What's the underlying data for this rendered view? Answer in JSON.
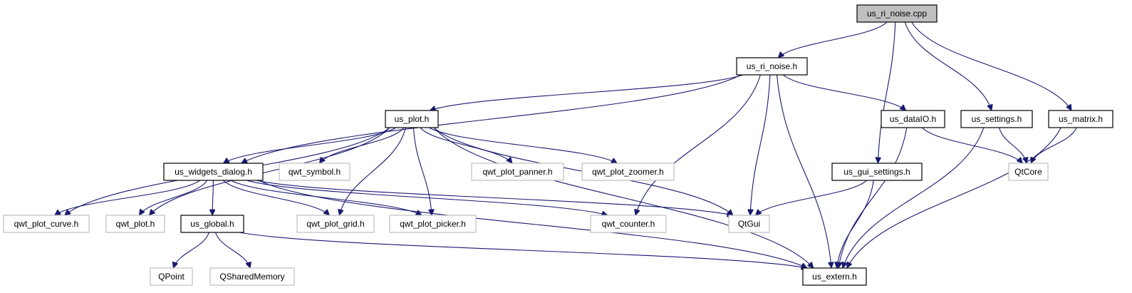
{
  "graph": {
    "edge_color": "#191970",
    "root_fill": "#bfbfbf",
    "external_stroke": "#bfbfbf",
    "nodes": [
      {
        "id": "us_ri_noise_cpp",
        "label": "us_ri_noise.cpp",
        "kind": "root"
      },
      {
        "id": "us_ri_noise_h",
        "label": "us_ri_noise.h",
        "kind": "documented"
      },
      {
        "id": "us_plot_h",
        "label": "us_plot.h",
        "kind": "documented"
      },
      {
        "id": "us_dataIO_h",
        "label": "us_dataIO.h",
        "kind": "documented"
      },
      {
        "id": "us_settings_h",
        "label": "us_settings.h",
        "kind": "documented"
      },
      {
        "id": "us_matrix_h",
        "label": "us_matrix.h",
        "kind": "documented"
      },
      {
        "id": "us_widgets_dialog_h",
        "label": "us_widgets_dialog.h",
        "kind": "documented"
      },
      {
        "id": "qwt_symbol_h",
        "label": "qwt_symbol.h",
        "kind": "external"
      },
      {
        "id": "qwt_plot_panner_h",
        "label": "qwt_plot_panner.h",
        "kind": "external"
      },
      {
        "id": "qwt_plot_zoomer_h",
        "label": "qwt_plot_zoomer.h",
        "kind": "external"
      },
      {
        "id": "us_gui_settings_h",
        "label": "us_gui_settings.h",
        "kind": "documented"
      },
      {
        "id": "QtCore",
        "label": "QtCore",
        "kind": "external"
      },
      {
        "id": "qwt_plot_curve_h",
        "label": "qwt_plot_curve.h",
        "kind": "external"
      },
      {
        "id": "qwt_plot_h",
        "label": "qwt_plot.h",
        "kind": "external"
      },
      {
        "id": "us_global_h",
        "label": "us_global.h",
        "kind": "documented"
      },
      {
        "id": "qwt_plot_grid_h",
        "label": "qwt_plot_grid.h",
        "kind": "external"
      },
      {
        "id": "qwt_plot_picker_h",
        "label": "qwt_plot_picker.h",
        "kind": "external"
      },
      {
        "id": "qwt_counter_h",
        "label": "qwt_counter.h",
        "kind": "external"
      },
      {
        "id": "QtGui",
        "label": "QtGui",
        "kind": "external"
      },
      {
        "id": "QPoint",
        "label": "QPoint",
        "kind": "external"
      },
      {
        "id": "QSharedMemory",
        "label": "QSharedMemory",
        "kind": "external"
      },
      {
        "id": "us_extern_h",
        "label": "us_extern.h",
        "kind": "documented"
      }
    ],
    "edges": [
      [
        "us_ri_noise_cpp",
        "us_ri_noise_h"
      ],
      [
        "us_ri_noise_cpp",
        "us_gui_settings_h"
      ],
      [
        "us_ri_noise_cpp",
        "us_settings_h"
      ],
      [
        "us_ri_noise_cpp",
        "us_matrix_h"
      ],
      [
        "us_ri_noise_h",
        "us_plot_h"
      ],
      [
        "us_ri_noise_h",
        "us_widgets_dialog_h"
      ],
      [
        "us_ri_noise_h",
        "us_dataIO_h"
      ],
      [
        "us_ri_noise_h",
        "qwt_counter_h"
      ],
      [
        "us_ri_noise_h",
        "QtGui"
      ],
      [
        "us_ri_noise_h",
        "us_extern_h"
      ],
      [
        "us_plot_h",
        "us_widgets_dialog_h"
      ],
      [
        "us_plot_h",
        "qwt_symbol_h"
      ],
      [
        "us_plot_h",
        "qwt_plot_panner_h"
      ],
      [
        "us_plot_h",
        "qwt_plot_zoomer_h"
      ],
      [
        "us_plot_h",
        "qwt_plot_curve_h"
      ],
      [
        "us_plot_h",
        "qwt_plot_h"
      ],
      [
        "us_plot_h",
        "qwt_plot_grid_h"
      ],
      [
        "us_plot_h",
        "qwt_plot_picker_h"
      ],
      [
        "us_plot_h",
        "QtGui"
      ],
      [
        "us_plot_h",
        "us_extern_h"
      ],
      [
        "us_widgets_dialog_h",
        "qwt_plot_curve_h"
      ],
      [
        "us_widgets_dialog_h",
        "qwt_plot_h"
      ],
      [
        "us_widgets_dialog_h",
        "us_global_h"
      ],
      [
        "us_widgets_dialog_h",
        "qwt_plot_grid_h"
      ],
      [
        "us_widgets_dialog_h",
        "qwt_plot_picker_h"
      ],
      [
        "us_widgets_dialog_h",
        "qwt_counter_h"
      ],
      [
        "us_widgets_dialog_h",
        "QtGui"
      ],
      [
        "us_widgets_dialog_h",
        "us_extern_h"
      ],
      [
        "us_dataIO_h",
        "QtCore"
      ],
      [
        "us_dataIO_h",
        "us_extern_h"
      ],
      [
        "us_settings_h",
        "QtCore"
      ],
      [
        "us_settings_h",
        "us_extern_h"
      ],
      [
        "us_matrix_h",
        "QtCore"
      ],
      [
        "us_matrix_h",
        "us_extern_h"
      ],
      [
        "us_gui_settings_h",
        "QtGui"
      ],
      [
        "us_gui_settings_h",
        "us_extern_h"
      ],
      [
        "us_global_h",
        "QPoint"
      ],
      [
        "us_global_h",
        "QSharedMemory"
      ],
      [
        "us_global_h",
        "us_extern_h"
      ]
    ]
  }
}
